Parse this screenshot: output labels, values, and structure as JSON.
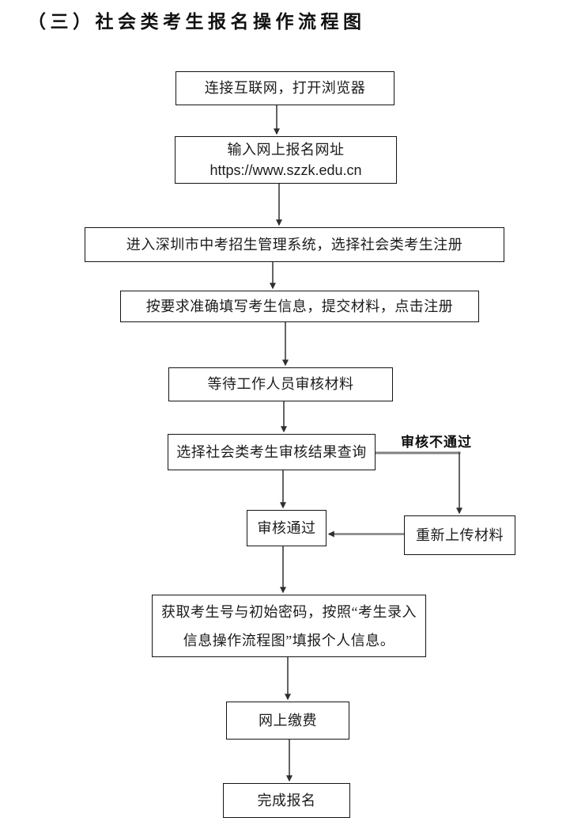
{
  "page": {
    "title": "（三）社会类考生报名操作流程图",
    "background": "#ffffff"
  },
  "flowchart": {
    "nodes": [
      {
        "id": "connect-internet",
        "label": "连接互联网，打开浏览器"
      },
      {
        "id": "enter-url",
        "label": "输入网上报名网址",
        "label2": "https://www.szzk.edu.cn"
      },
      {
        "id": "enter-system",
        "label": "进入深圳市中考招生管理系统，选择社会类考生注册"
      },
      {
        "id": "fill-info",
        "label": "按要求准确填写考生信息，提交材料，点击注册"
      },
      {
        "id": "wait-review",
        "label": "等待工作人员审核材料"
      },
      {
        "id": "query-result",
        "label": "选择社会类考生审核结果查询"
      },
      {
        "id": "review-passed",
        "label": "审核通过"
      },
      {
        "id": "reupload-material",
        "label": "重新上传材料"
      },
      {
        "id": "get-id-password",
        "label": "获取考生号与初始密码，按照“考生录入",
        "label2": "信息操作流程图”填报个人信息。"
      },
      {
        "id": "pay-online",
        "label": "网上缴费"
      },
      {
        "id": "complete-registration",
        "label": "完成报名"
      }
    ],
    "branch_label": "审核不通过",
    "colors": {
      "box_border": "#141414",
      "text": "#1c1c1c",
      "arrow": "#3d3d3d",
      "branch_line": "#808080"
    }
  }
}
